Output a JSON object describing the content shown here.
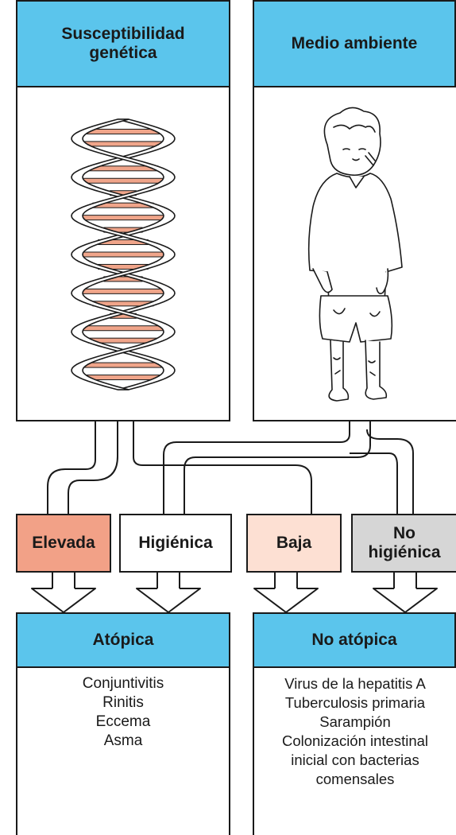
{
  "top_left": {
    "title": "Susceptibilidad genética",
    "line1": "Susceptibilidad",
    "line2": "genética"
  },
  "top_right": {
    "title": "Medio ambiente"
  },
  "factors": {
    "elevada": {
      "label": "Elevada",
      "color": "#f2a187"
    },
    "higienica": {
      "label": "Higiénica",
      "color": "#ffffff"
    },
    "baja": {
      "label": "Baja",
      "color": "#fde0d3"
    },
    "no_higienica": {
      "line1": "No",
      "line2": "higiénica",
      "color": "#d6d6d6"
    }
  },
  "atopica": {
    "title": "Atópica",
    "items": [
      "Conjuntivitis",
      "Rinitis",
      "Eccema",
      "Asma"
    ]
  },
  "no_atopica": {
    "title": "No atópica",
    "items": [
      "Virus de la hepatitis A",
      "Tuberculosis primaria",
      "Sarampión",
      "Colonización intestinal",
      "inicial con bacterias",
      "comensales"
    ]
  },
  "colors": {
    "header_blue": "#5bc5ec",
    "dna_rung": "#f0a58a",
    "outline": "#1a1a1a"
  }
}
